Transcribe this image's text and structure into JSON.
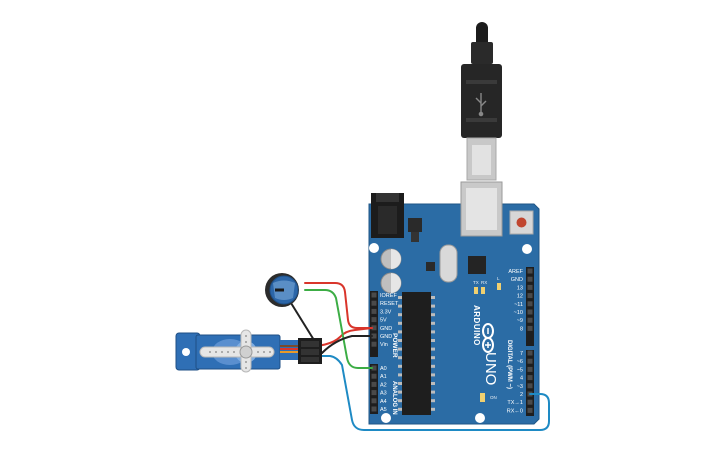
{
  "board": {
    "brand": "ARDUINO",
    "model": "UNO",
    "power_header_label": "POWER",
    "analog_header_label": "ANALOG IN",
    "digital_header_label": "DIGITAL (PWM ~)",
    "on_led_label": "ON",
    "l_led_label": "L",
    "tx_label": "TX",
    "rx_label": "RX",
    "power_pins": [
      "IOREF",
      "RESET",
      "3.3V",
      "5V",
      "GND",
      "GND",
      "Vin"
    ],
    "analog_pins": [
      "A0",
      "A1",
      "A2",
      "A3",
      "A4",
      "A5"
    ],
    "digital_pins_upper": [
      "AREF",
      "GND",
      "13",
      "12",
      "~11",
      "~10",
      "~9",
      "8"
    ],
    "digital_pins_lower": [
      "7",
      "~6",
      "~5",
      "4",
      "~3",
      "2",
      "TX→1",
      "RX←0"
    ]
  },
  "colors": {
    "board": "#2b6ca5",
    "wire_red": "#d9352b",
    "wire_green": "#3cad45",
    "wire_black": "#222222",
    "wire_blue": "#1e8ac4",
    "servo_body": "#2f6fb5",
    "pot_body": "#2c66a8"
  },
  "components": [
    "arduino-uno",
    "potentiometer",
    "micro-servo",
    "usb-cable"
  ]
}
